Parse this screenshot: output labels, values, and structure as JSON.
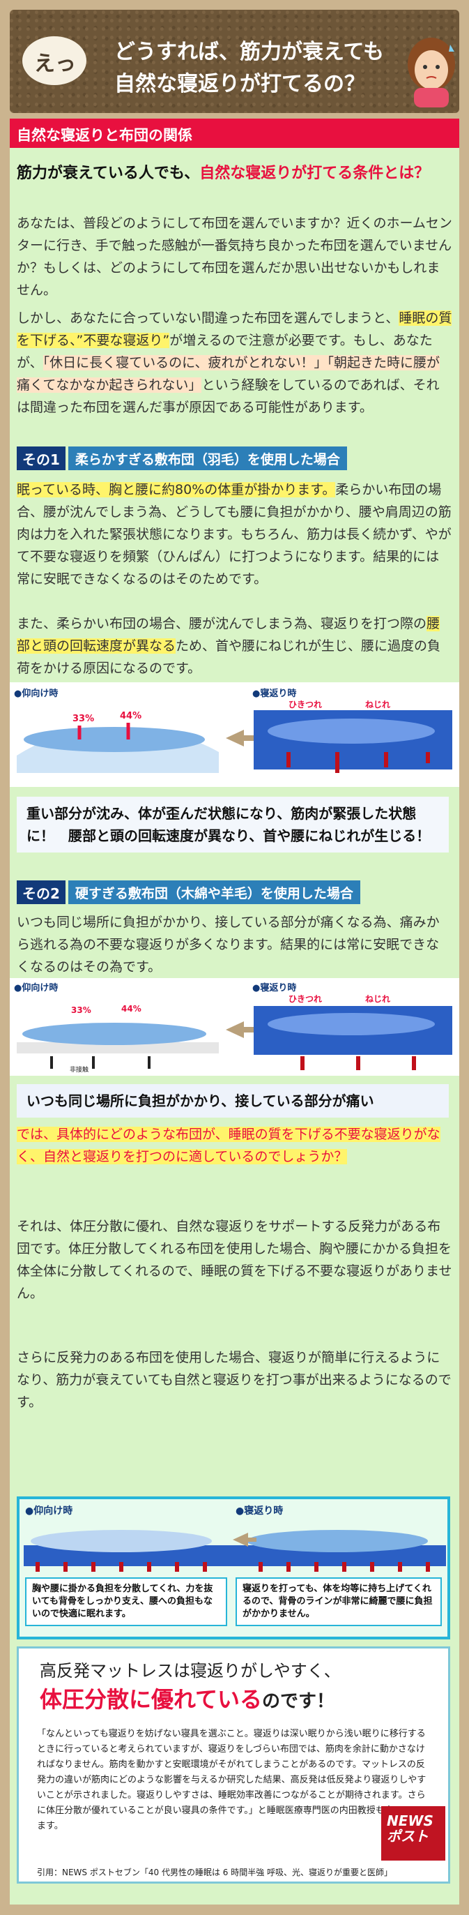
{
  "banner": {
    "balloon": "えっ",
    "title_line1": "どうすれば、筋力が衰えても",
    "title_line2": "自然な寝返りが打てるの？"
  },
  "section": {
    "title": "自然な寝返りと布団の関係",
    "lead_a": "筋力が衰えている人でも、",
    "lead_b": "自然な寝返りが打てる条件とは？",
    "p1": "あなたは、普段どのようにして布団を選んでいますか？近くのホームセンターに行き、手で触った感触が一番気持ち良かった布団を選んでいませんか？もしくは、どのようにして布団を選んだか思い出せないかもしれません。",
    "p2a": "しかし、あなたに合っていない間違った布団を選んでしまうと、",
    "p2b": "睡眠の質を下げる、”不要な寝返り”",
    "p2c": "が増えるので注意が必要です。もし、あなたが、",
    "p2d": "「休日に長く寝ているのに、疲れがとれない！」「朝起きた時に腰が痛くてなかなか起きられない」",
    "p2e": "という経験をしているのであれば、それは間違った布団を選んだ事が原因である可能性があります。"
  },
  "case1": {
    "num": "その1",
    "label": "柔らかすぎる敷布団（羽毛）を使用した場合",
    "p1a": "眠っている時、胸と腰に約80%の体重が掛かります。",
    "p1b": "柔らかい布団の場合、腰が沈んでしまう為、どうしても腰に負担がかかり、腰や肩周辺の筋肉は力を入れた緊張状態になります。もちろん、筋力は長く続かず、やがて不要な寝返りを頻繁（ひんぱん）に打つようになります。結果的には常に安眠できなくなるのはそのためです。",
    "p2a": "また、柔らかい布団の場合、腰が沈んでしまう為、寝返りを打つ際の",
    "p2b": "腰部と頭の回転速度が異なる",
    "p2c": "ため、首や腰にねじれが生じ、腰に過度の負荷をかける原因になるのです。",
    "fig_left": "●仰向け時",
    "fig_right": "●寝返り時",
    "pct1": "33%",
    "pct2": "44%",
    "twist1": "ひきつれ",
    "twist2": "ねじれ",
    "caption": "重い部分が沈み、体が歪んだ状態になり、筋肉が緊張した状態に！　腰部と頭の回転速度が異なり、首や腰にねじれが生じる！"
  },
  "case2": {
    "num": "その2",
    "label": "硬すぎる敷布団（木綿や羊毛）を使用した場合",
    "p1": "いつも同じ場所に負担がかかり、接している部分が痛くなる為、痛みから逃れる為の不要な寝返りが多くなります。結果的には常に安眠できなくなるのはその為です。",
    "fig_left": "●仰向け時",
    "fig_right": "●寝返り時",
    "pct1": "33%",
    "pct2": "44%",
    "twist1": "ひきつれ",
    "twist2": "ねじれ",
    "small": "非接触",
    "caption": "いつも同じ場所に負担がかかり、接している部分が痛い"
  },
  "conclusion": {
    "q": "では、具体的にどのような布団が、睡眠の質を下げる不要な寝返りがなく、自然と寝返りを打つのに適しているのでしょうか？",
    "p1": "それは、体圧分散に優れ、自然な寝返りをサポートする反発力がある布団です。体圧分散してくれる布団を使用した場合、胸や腰にかかる負担を体全体に分散してくれるので、睡眠の質を下げる不要な寝返りがありません。",
    "p2": "さらに反発力のある布団を使用した場合、寝返りが簡単に行えるようになり、筋力が衰えていても自然と寝返りを打つ事が出来るようになるのです。"
  },
  "goodfig": {
    "left": "●仰向け時",
    "right": "●寝返り時",
    "cap_left": "胸や腰に掛かる負担を分散してくれ、力を抜いても背骨をしっかり支え、腰への負担もないので快適に眠れます。",
    "cap_right": "寝返りを打っても、体を均等に持ち上げてくれるので、背骨のラインが非常に綺麗で腰に負担がかかりません。"
  },
  "news": {
    "title1": "高反発マットレスは寝返りがしやすく、",
    "title2": "体圧分散に優れている",
    "title2_suffix": "のです！",
    "body": "「なんといっても寝返りを妨げない寝具を選ぶこと。寝返りは深い眠りから浅い眠りに移行するときに行っていると考えられていますが、寝返りをしづらい布団では、筋肉を余計に動かさなければなりません。筋肉を動かすと安眠環境がそがれてしまうことがあるのです。マットレスの反発力の違いが筋肉にどのような影響を与えるか研究した結果、高反発は低反発より寝返りしやすいことが示されました。寝返りしやすさは、睡眠効率改善につながることが期待されます。さらに体圧分散が優れていることが良い寝具の条件です。」と睡眠医療専門医の内田教授も言っています。",
    "cite": "引用：NEWS ポストセブン「40 代男性の睡眠は 6 時間半強 呼吸、光、寝返りが重要と医師」",
    "logo": "NEWS ポスト"
  },
  "colors": {
    "accent": "#e8103f",
    "badge": "#123a7a",
    "label": "#2c7fb8",
    "bg": "#d9f4c7"
  }
}
